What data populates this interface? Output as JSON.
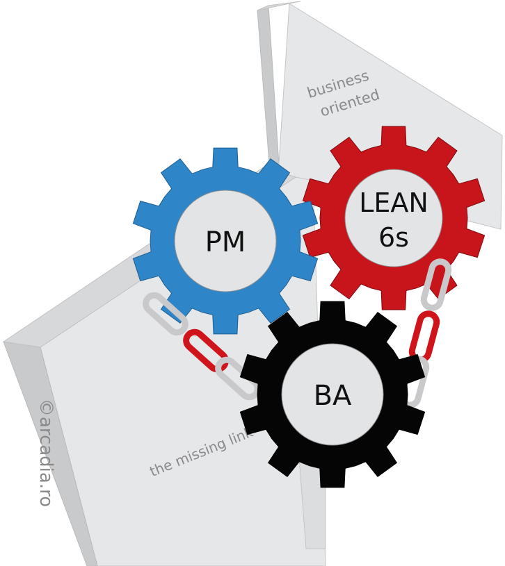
{
  "diagram": {
    "labels": {
      "business": "business",
      "oriented": "oriented",
      "missing_link": "the missing link",
      "copyright": "©arcadia.ro"
    },
    "gears": {
      "pm": {
        "label": "PM",
        "color": "#2e86c8"
      },
      "lean": {
        "line1": "LEAN",
        "line2": "6s",
        "color": "#c8141b"
      },
      "ba": {
        "label": "BA",
        "color": "#050505"
      }
    },
    "colors": {
      "wall_face": "#e6e7e9",
      "wall_side": "#c9cacc",
      "wall_top": "#d7d8da",
      "hub": "#e3e4e6",
      "chain_silver": "#c9c9cb",
      "chain_red": "#d0141c"
    }
  }
}
